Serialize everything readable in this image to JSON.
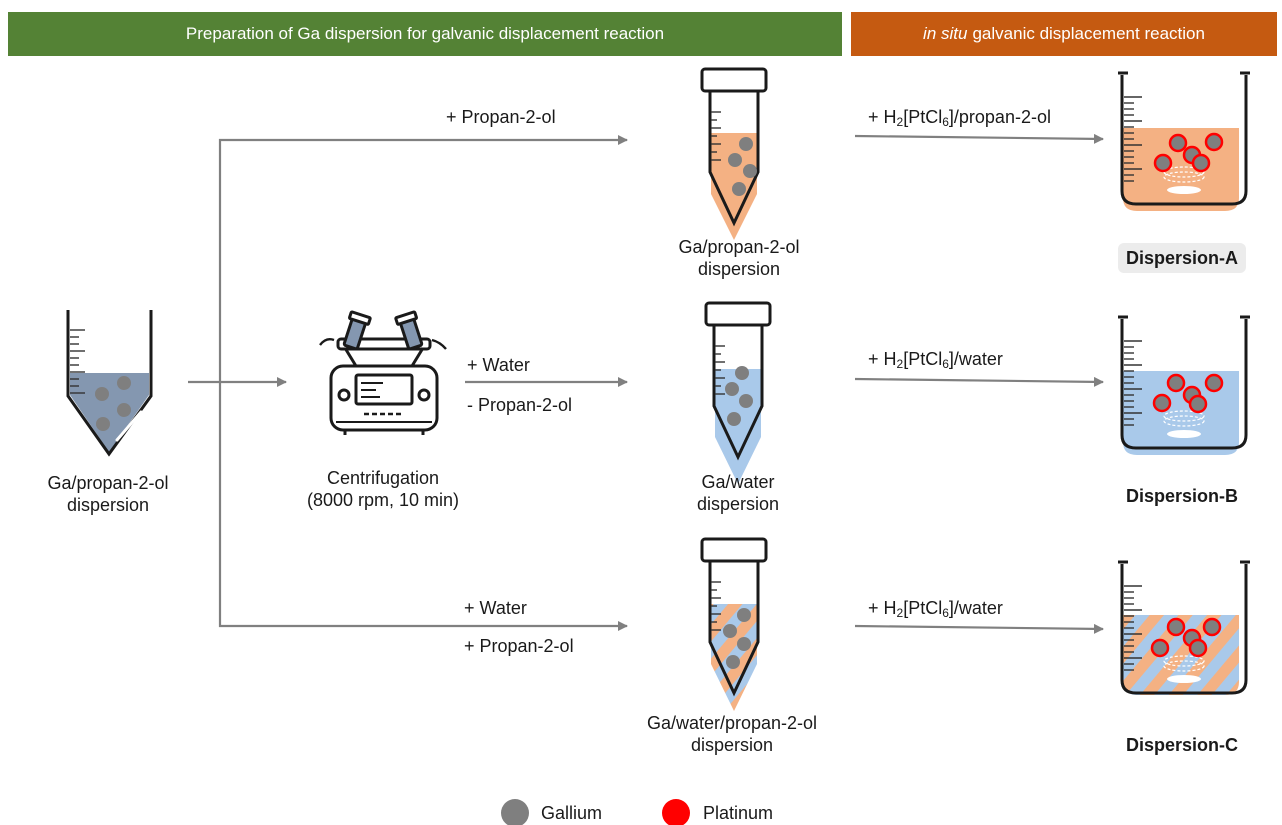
{
  "banners": {
    "preparation": "Preparation of Ga dispersion for galvanic displacement reaction",
    "in_situ_italic": "in situ",
    "in_situ_rest": "galvanic displacement reaction"
  },
  "source": {
    "line1": "Ga/propan-2-ol",
    "line2": "dispersion"
  },
  "centrifuge": {
    "line1": "Centrifugation",
    "line2": "(8000 rpm, 10 min)"
  },
  "arrows": {
    "top": "+ Propan-2-ol",
    "middle_1": "+ Water",
    "middle_2": "- Propan-2-ol",
    "bottom_1": "+ Water",
    "bottom_2": "+ Propan-2-ol"
  },
  "reagents": {
    "a": {
      "prefix": "+ H",
      "sub1": "2",
      "mid": "[PtCl",
      "sub2": "6",
      "suffix": "]/propan-2-ol"
    },
    "b": {
      "prefix": "+ H",
      "sub1": "2",
      "mid": "[PtCl",
      "sub2": "6",
      "suffix": "]/water"
    },
    "c": {
      "prefix": "+ H",
      "sub1": "2",
      "mid": "[PtCl",
      "sub2": "6",
      "suffix": "]/water"
    }
  },
  "tubes": {
    "top": {
      "line1": "Ga/propan-2-ol",
      "line2": "dispersion"
    },
    "middle": {
      "line1": "Ga/water",
      "line2": "dispersion"
    },
    "bottom": {
      "line1": "Ga/water/propan-2-ol",
      "line2": "dispersion"
    }
  },
  "dispersions": {
    "a": "Dispersion-A",
    "b": "Dispersion-B",
    "c": "Dispersion-C"
  },
  "legend": {
    "gallium": "Gallium",
    "platinum": "Platinum"
  },
  "colors": {
    "preparation_banner": "#548235",
    "in_situ_banner": "#c55a11",
    "propanol_liquid": "#f4b183",
    "water_liquid": "#a9c9ea",
    "source_liquid": "#8497b0",
    "gallium": "#7f7f7f",
    "platinum": "#ff0000",
    "arrow": "#808080"
  }
}
